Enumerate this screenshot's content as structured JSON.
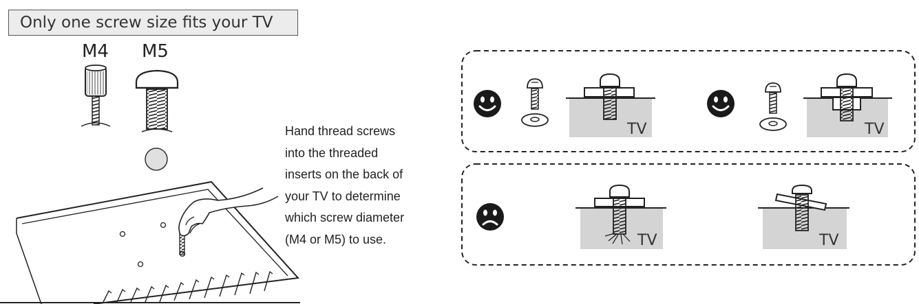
{
  "title": "Only one screw size fits your TV",
  "screws": {
    "m4": "M4",
    "m5": "M5"
  },
  "instructions": [
    "Hand thread screws",
    "into the threaded",
    "inserts on the back of",
    "your TV to determine",
    "which screw diameter",
    "(M4 or M5) to use."
  ],
  "tv_label": "TV",
  "icons": {
    "happy": "smiley-face-icon",
    "sad": "frown-face-icon"
  }
}
